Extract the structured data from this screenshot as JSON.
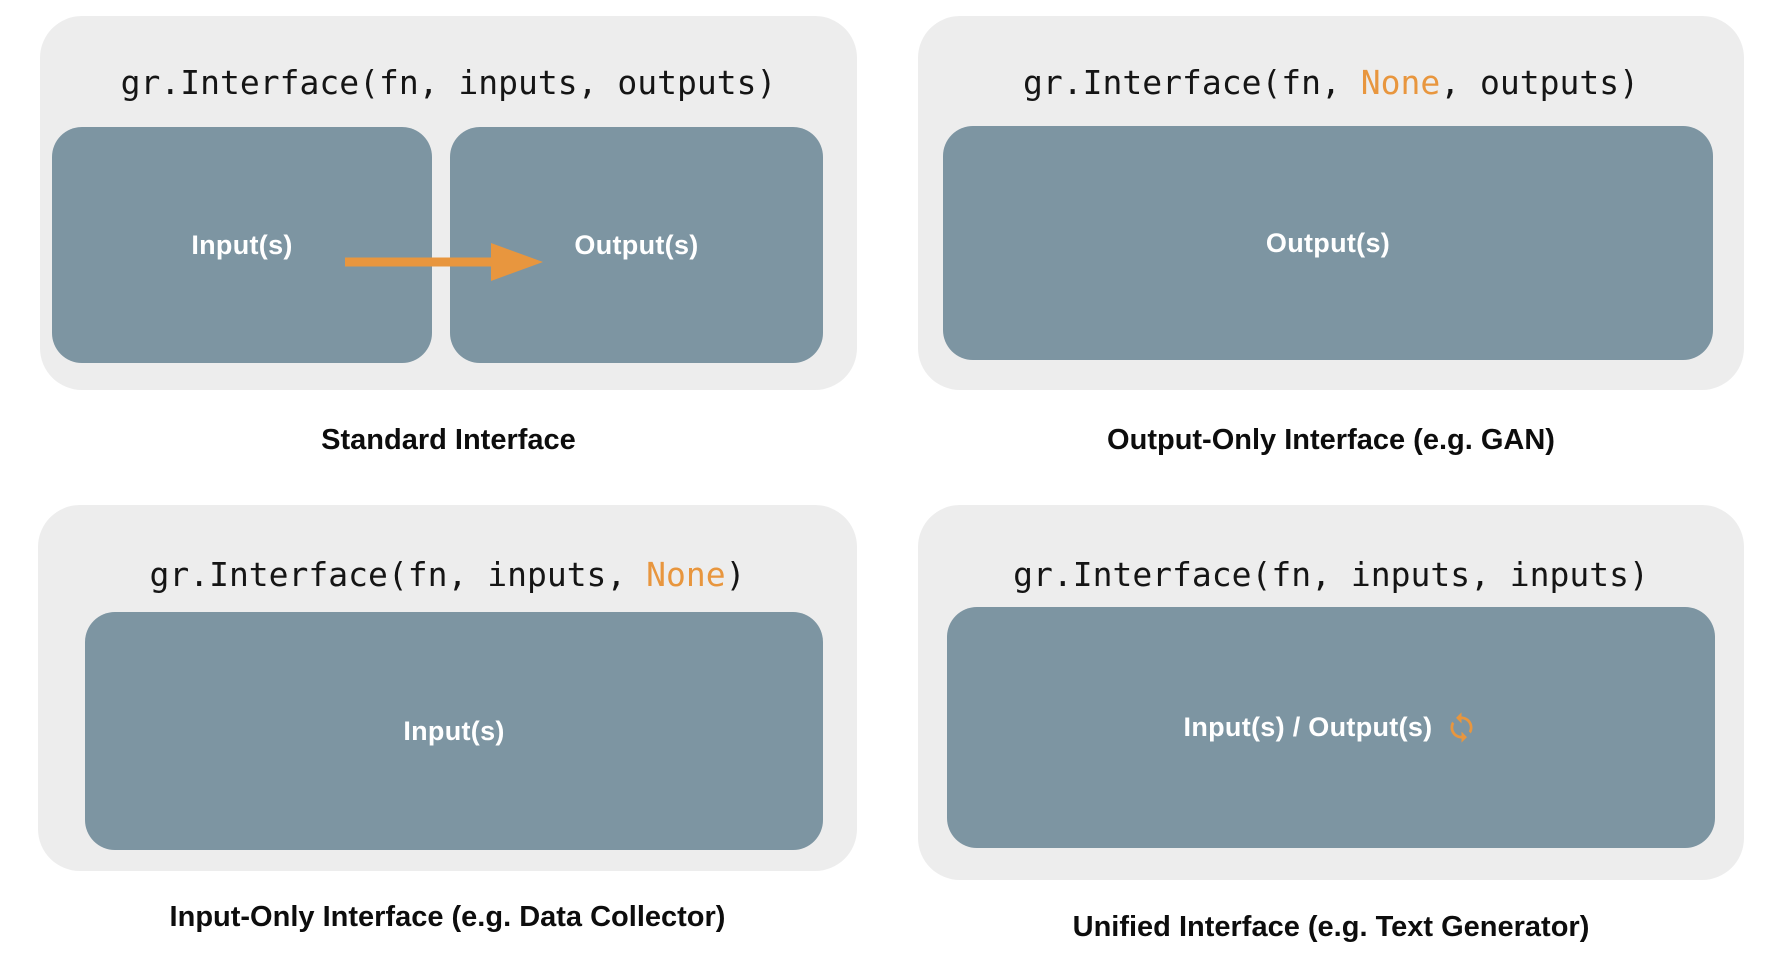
{
  "colors": {
    "orange": "#E8963E",
    "slate": "#7D95A2",
    "panel_bg": "#EDEDED",
    "code_text": "#151515",
    "caption_text": "#0D0D0D",
    "box_label": "#FFFFFF",
    "page_bg": "#FFFFFF"
  },
  "panels": [
    {
      "id": "standard",
      "caption": "Standard Interface",
      "code": [
        {
          "t": "gr.Interface(fn, inputs, outputs)",
          "hl": false
        }
      ],
      "boxes": [
        {
          "label": "Input(s)"
        },
        {
          "label": "Output(s)"
        }
      ],
      "icons": {
        "arrow": "arrow-right-icon"
      }
    },
    {
      "id": "output-only",
      "caption": "Output-Only Interface (e.g. GAN)",
      "code": [
        {
          "t": "gr.Interface(fn, ",
          "hl": false
        },
        {
          "t": "None",
          "hl": true
        },
        {
          "t": ", outputs)",
          "hl": false
        }
      ],
      "boxes": [
        {
          "label": "Output(s)"
        }
      ]
    },
    {
      "id": "input-only",
      "caption": "Input-Only Interface (e.g. Data Collector)",
      "code": [
        {
          "t": "gr.Interface(fn, inputs, ",
          "hl": false
        },
        {
          "t": "None",
          "hl": true
        },
        {
          "t": ")",
          "hl": false
        }
      ],
      "boxes": [
        {
          "label": "Input(s)"
        }
      ]
    },
    {
      "id": "unified",
      "caption": "Unified Interface (e.g. Text Generator)",
      "code": [
        {
          "t": "gr.Interface(fn, inputs, inputs)",
          "hl": false
        }
      ],
      "boxes": [
        {
          "label": "Input(s) / Output(s)",
          "icon": "sync-icon"
        }
      ]
    }
  ]
}
